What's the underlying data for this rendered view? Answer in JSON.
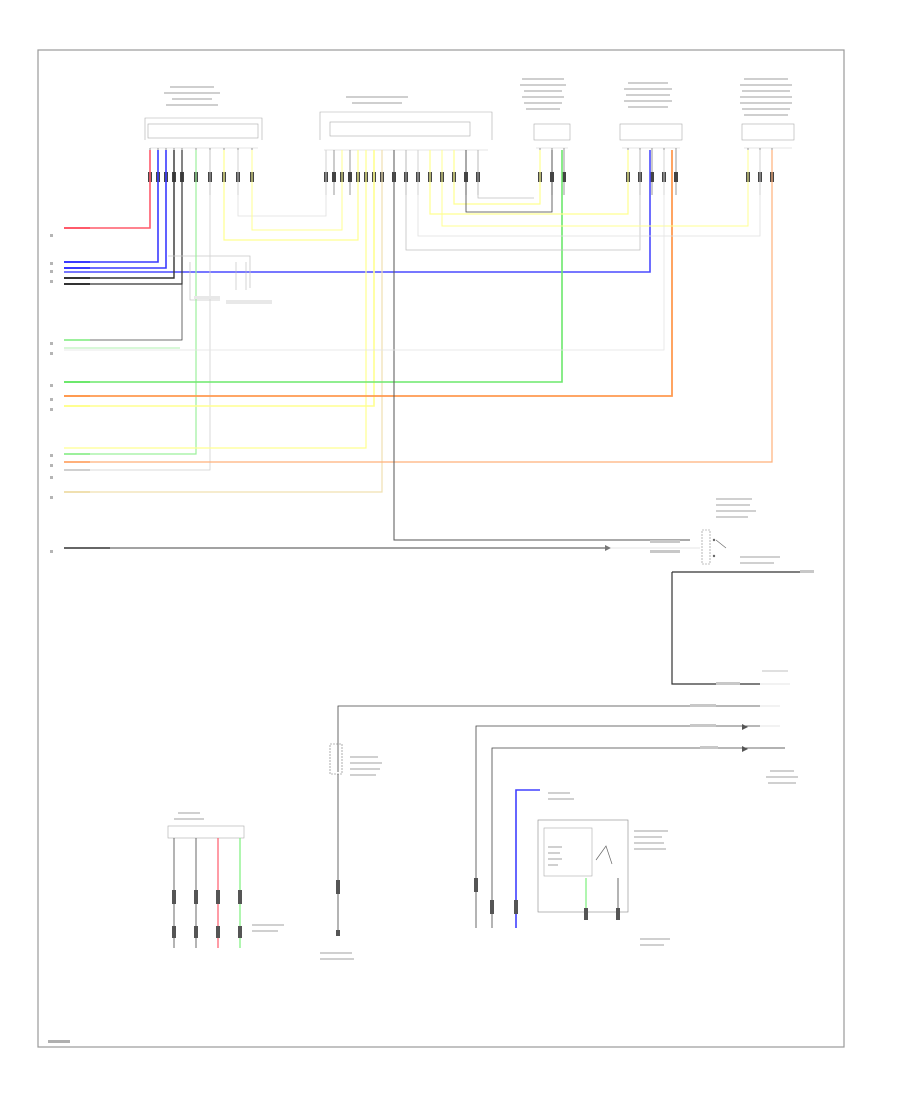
{
  "diagram": {
    "footer_code": "",
    "colors": {
      "frame": "#999999",
      "black": "#333333",
      "gray": "#c8c8c8",
      "red": "#ff5a6a",
      "blue": "#4040ff",
      "yellow": "#ffff90",
      "green": "#7cf07c",
      "orange": "#ffb070",
      "light_green": "#b8f0a0",
      "tan": "#f0e0b0",
      "pink": "#ffb0b0"
    },
    "connectors": [
      {
        "id": "c1",
        "label": ""
      },
      {
        "id": "c2",
        "label": ""
      },
      {
        "id": "c3",
        "label": ""
      },
      {
        "id": "c4",
        "label": ""
      },
      {
        "id": "c5",
        "label": ""
      }
    ],
    "left_pins": [
      "",
      "",
      "",
      "",
      "",
      "",
      "",
      "",
      "",
      "",
      "",
      "",
      "",
      "",
      ""
    ],
    "components": {
      "tgs_switch": "",
      "tcm_box": "",
      "lower_relay": "",
      "shift_lock": "",
      "sensor_bottom": "",
      "ground_label": ""
    }
  }
}
